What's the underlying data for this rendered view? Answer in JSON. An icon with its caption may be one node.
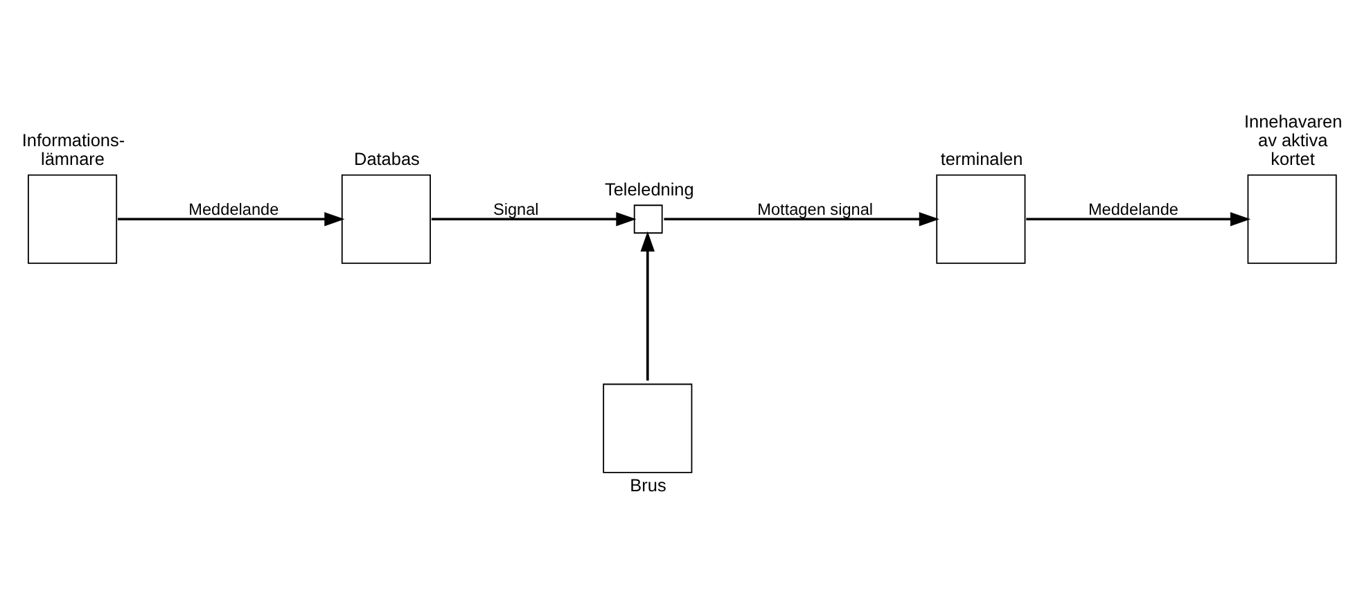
{
  "diagram": {
    "nodes": [
      {
        "text": [
          "Informations- lämnare"
        ]
      },
      {
        "text": [
          "Databas"
        ]
      },
      {
        "text": [
          "Teleledning"
        ]
      },
      {
        "text": [
          "terminalen"
        ]
      },
      {
        "text": [
          "Innehavaren av aktiva kortet"
        ]
      },
      {
        "text": [
          "Brus"
        ]
      }
    ],
    "edges": [
      {
        "from": 0,
        "to": 1,
        "arrow": "to",
        "label": "Meddelande"
      },
      {
        "from": 1,
        "to": 2,
        "arrow": "to",
        "label": "Signal"
      },
      {
        "from": 2,
        "to": 3,
        "arrow": "to",
        "label": "Mottagen signal"
      },
      {
        "from": 3,
        "to": 4,
        "arrow": "to",
        "label": "Meddelande"
      },
      {
        "from": 5,
        "to": 2,
        "arrow": "to"
      }
    ]
  }
}
